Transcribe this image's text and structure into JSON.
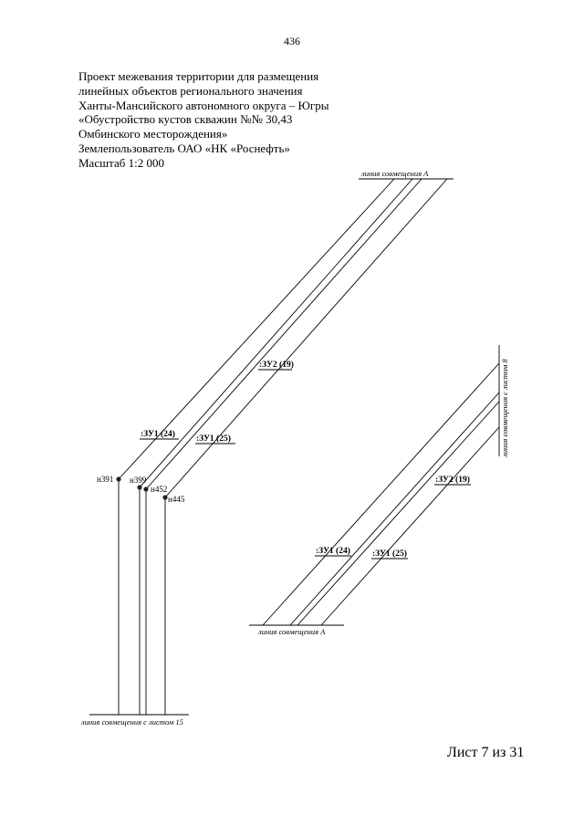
{
  "page_number": "436",
  "title_lines": [
    "Проект межевания территории для размещения",
    "линейных объектов регионального значения",
    "Ханты-Мансийского автономного округа – Югры",
    "«Обустройство кустов скважин №№ 30,43",
    "Омбинского месторождения»",
    "Землепользователь ОАО «НК «Роснефть»",
    "Масштаб 1:2 000"
  ],
  "left_drawing": {
    "match_line_top": "линия совмещения А",
    "match_line_bottom": "линия совмещения с листом 15",
    "plot_labels": [
      ":ЗУ2 (19)",
      ":ЗУ1 (24)",
      ":ЗУ1 (25)"
    ],
    "points": [
      "н391",
      "н399",
      "н452",
      "н445"
    ]
  },
  "right_drawing": {
    "match_line_right": "линия совмещения с листом 8",
    "match_line_bottom": "линия совмещения А",
    "plot_labels": [
      ":ЗУ2 (19)",
      ":ЗУ1 (24)",
      ":ЗУ1 (25)"
    ]
  },
  "sheet_label": "Лист 7 из 31"
}
